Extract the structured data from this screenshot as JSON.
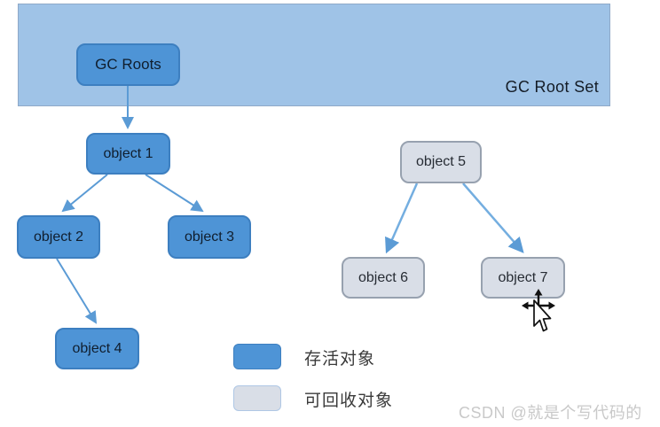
{
  "banner": {
    "label": "GC Root Set"
  },
  "nodes": [
    {
      "id": "gc-roots",
      "label": "GC Roots",
      "status": "alive"
    },
    {
      "id": "object-1",
      "label": "object 1",
      "status": "alive"
    },
    {
      "id": "object-2",
      "label": "object 2",
      "status": "alive"
    },
    {
      "id": "object-3",
      "label": "object 3",
      "status": "alive"
    },
    {
      "id": "object-4",
      "label": "object 4",
      "status": "alive"
    },
    {
      "id": "object-5",
      "label": "object 5",
      "status": "collectible"
    },
    {
      "id": "object-6",
      "label": "object 6",
      "status": "collectible"
    },
    {
      "id": "object-7",
      "label": "object 7",
      "status": "collectible"
    }
  ],
  "edges": [
    {
      "from": "gc-roots",
      "to": "object-1"
    },
    {
      "from": "object-1",
      "to": "object-2"
    },
    {
      "from": "object-1",
      "to": "object-3"
    },
    {
      "from": "object-2",
      "to": "object-4"
    },
    {
      "from": "object-5",
      "to": "object-6"
    },
    {
      "from": "object-5",
      "to": "object-7"
    }
  ],
  "legend": {
    "alive_label": "存活对象",
    "collectible_label": "可回收对象"
  },
  "watermark": "CSDN @就是个写代码的",
  "colors": {
    "banner_fill": "#9FC3E7",
    "alive_fill": "#4E94D6",
    "alive_border": "#3D7FC0",
    "collectible_fill": "#D9DEE7",
    "collectible_border": "#97A1AF",
    "legend_collectible_border": "#AFC7E5",
    "arrow": "#5B9BD5",
    "banner_text": "#141C26",
    "legend_text": "#3A3A3A",
    "watermark_text": "#C9C9C9"
  }
}
